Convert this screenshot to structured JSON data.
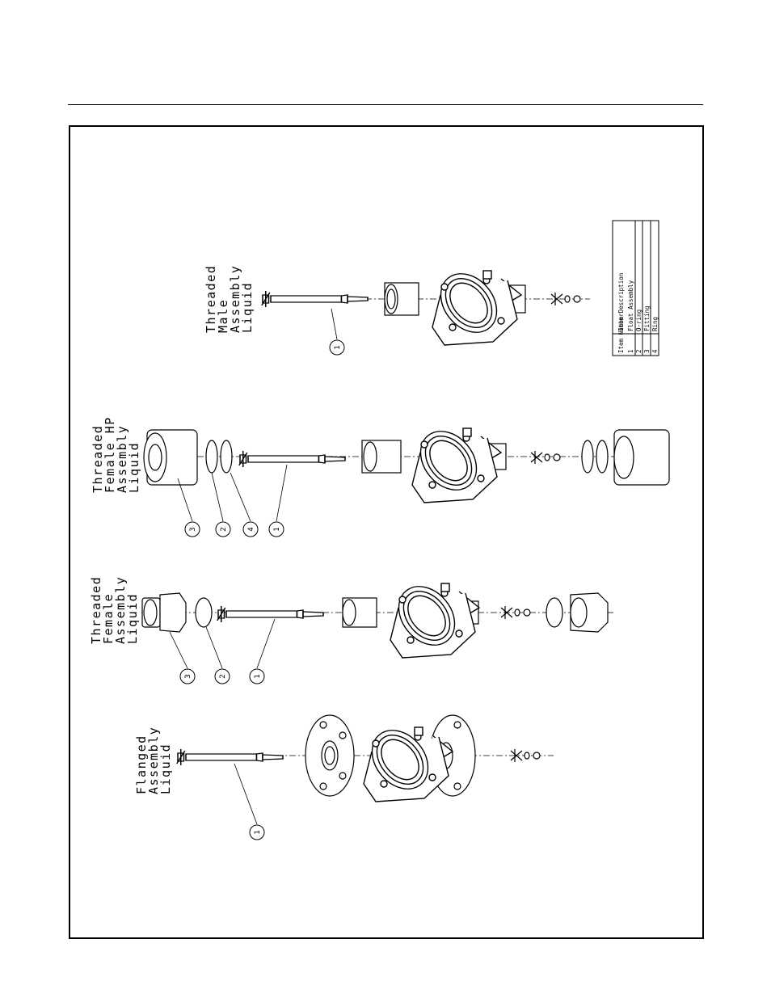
{
  "assemblies": [
    {
      "id": "threaded-male",
      "title_lines": [
        "Threaded",
        "Male",
        "Assembly",
        "Liquid"
      ],
      "item_numbers": [
        "1"
      ]
    },
    {
      "id": "threaded-female-hp",
      "title_lines": [
        "Threaded",
        "Female HP",
        "Assembly",
        "Liquid"
      ],
      "item_numbers": [
        "3",
        "2",
        "4",
        "1"
      ]
    },
    {
      "id": "threaded-female",
      "title_lines": [
        "Threaded",
        "Female",
        "Assembly",
        "Liquid"
      ],
      "item_numbers": [
        "3",
        "2",
        "1"
      ]
    },
    {
      "id": "flanged",
      "title_lines": [
        "Flanged",
        "Assembly",
        "Liquid"
      ],
      "item_numbers": [
        "1"
      ]
    }
  ],
  "parts_table": {
    "headers": [
      "Item Number",
      "Item Description"
    ],
    "rows": [
      {
        "number": "1",
        "description": "Float Assembly"
      },
      {
        "number": "2",
        "description": "O-ring"
      },
      {
        "number": "3",
        "description": "Fitting"
      },
      {
        "number": "4",
        "description": "Ring"
      }
    ]
  }
}
